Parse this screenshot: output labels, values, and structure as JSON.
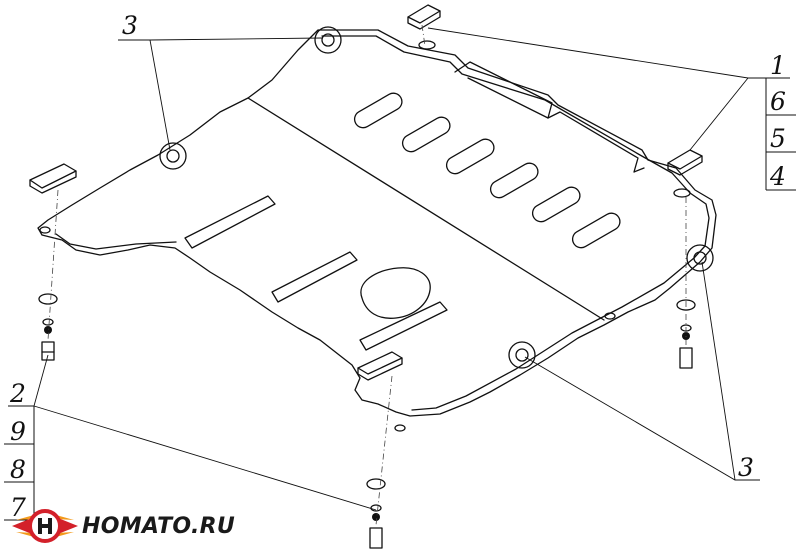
{
  "callouts": {
    "top_left": "3",
    "top_right": [
      "1",
      "6",
      "5",
      "4"
    ],
    "bottom_left": [
      "2",
      "9",
      "8",
      "7"
    ],
    "bottom_right": "3"
  },
  "logo": {
    "text": "HOMATO.RU",
    "colors": {
      "red": "#d3202a",
      "orange": "#f39a1b",
      "dark": "#1a1a1a"
    }
  },
  "colors": {
    "line": "#111111",
    "background": "#ffffff"
  }
}
